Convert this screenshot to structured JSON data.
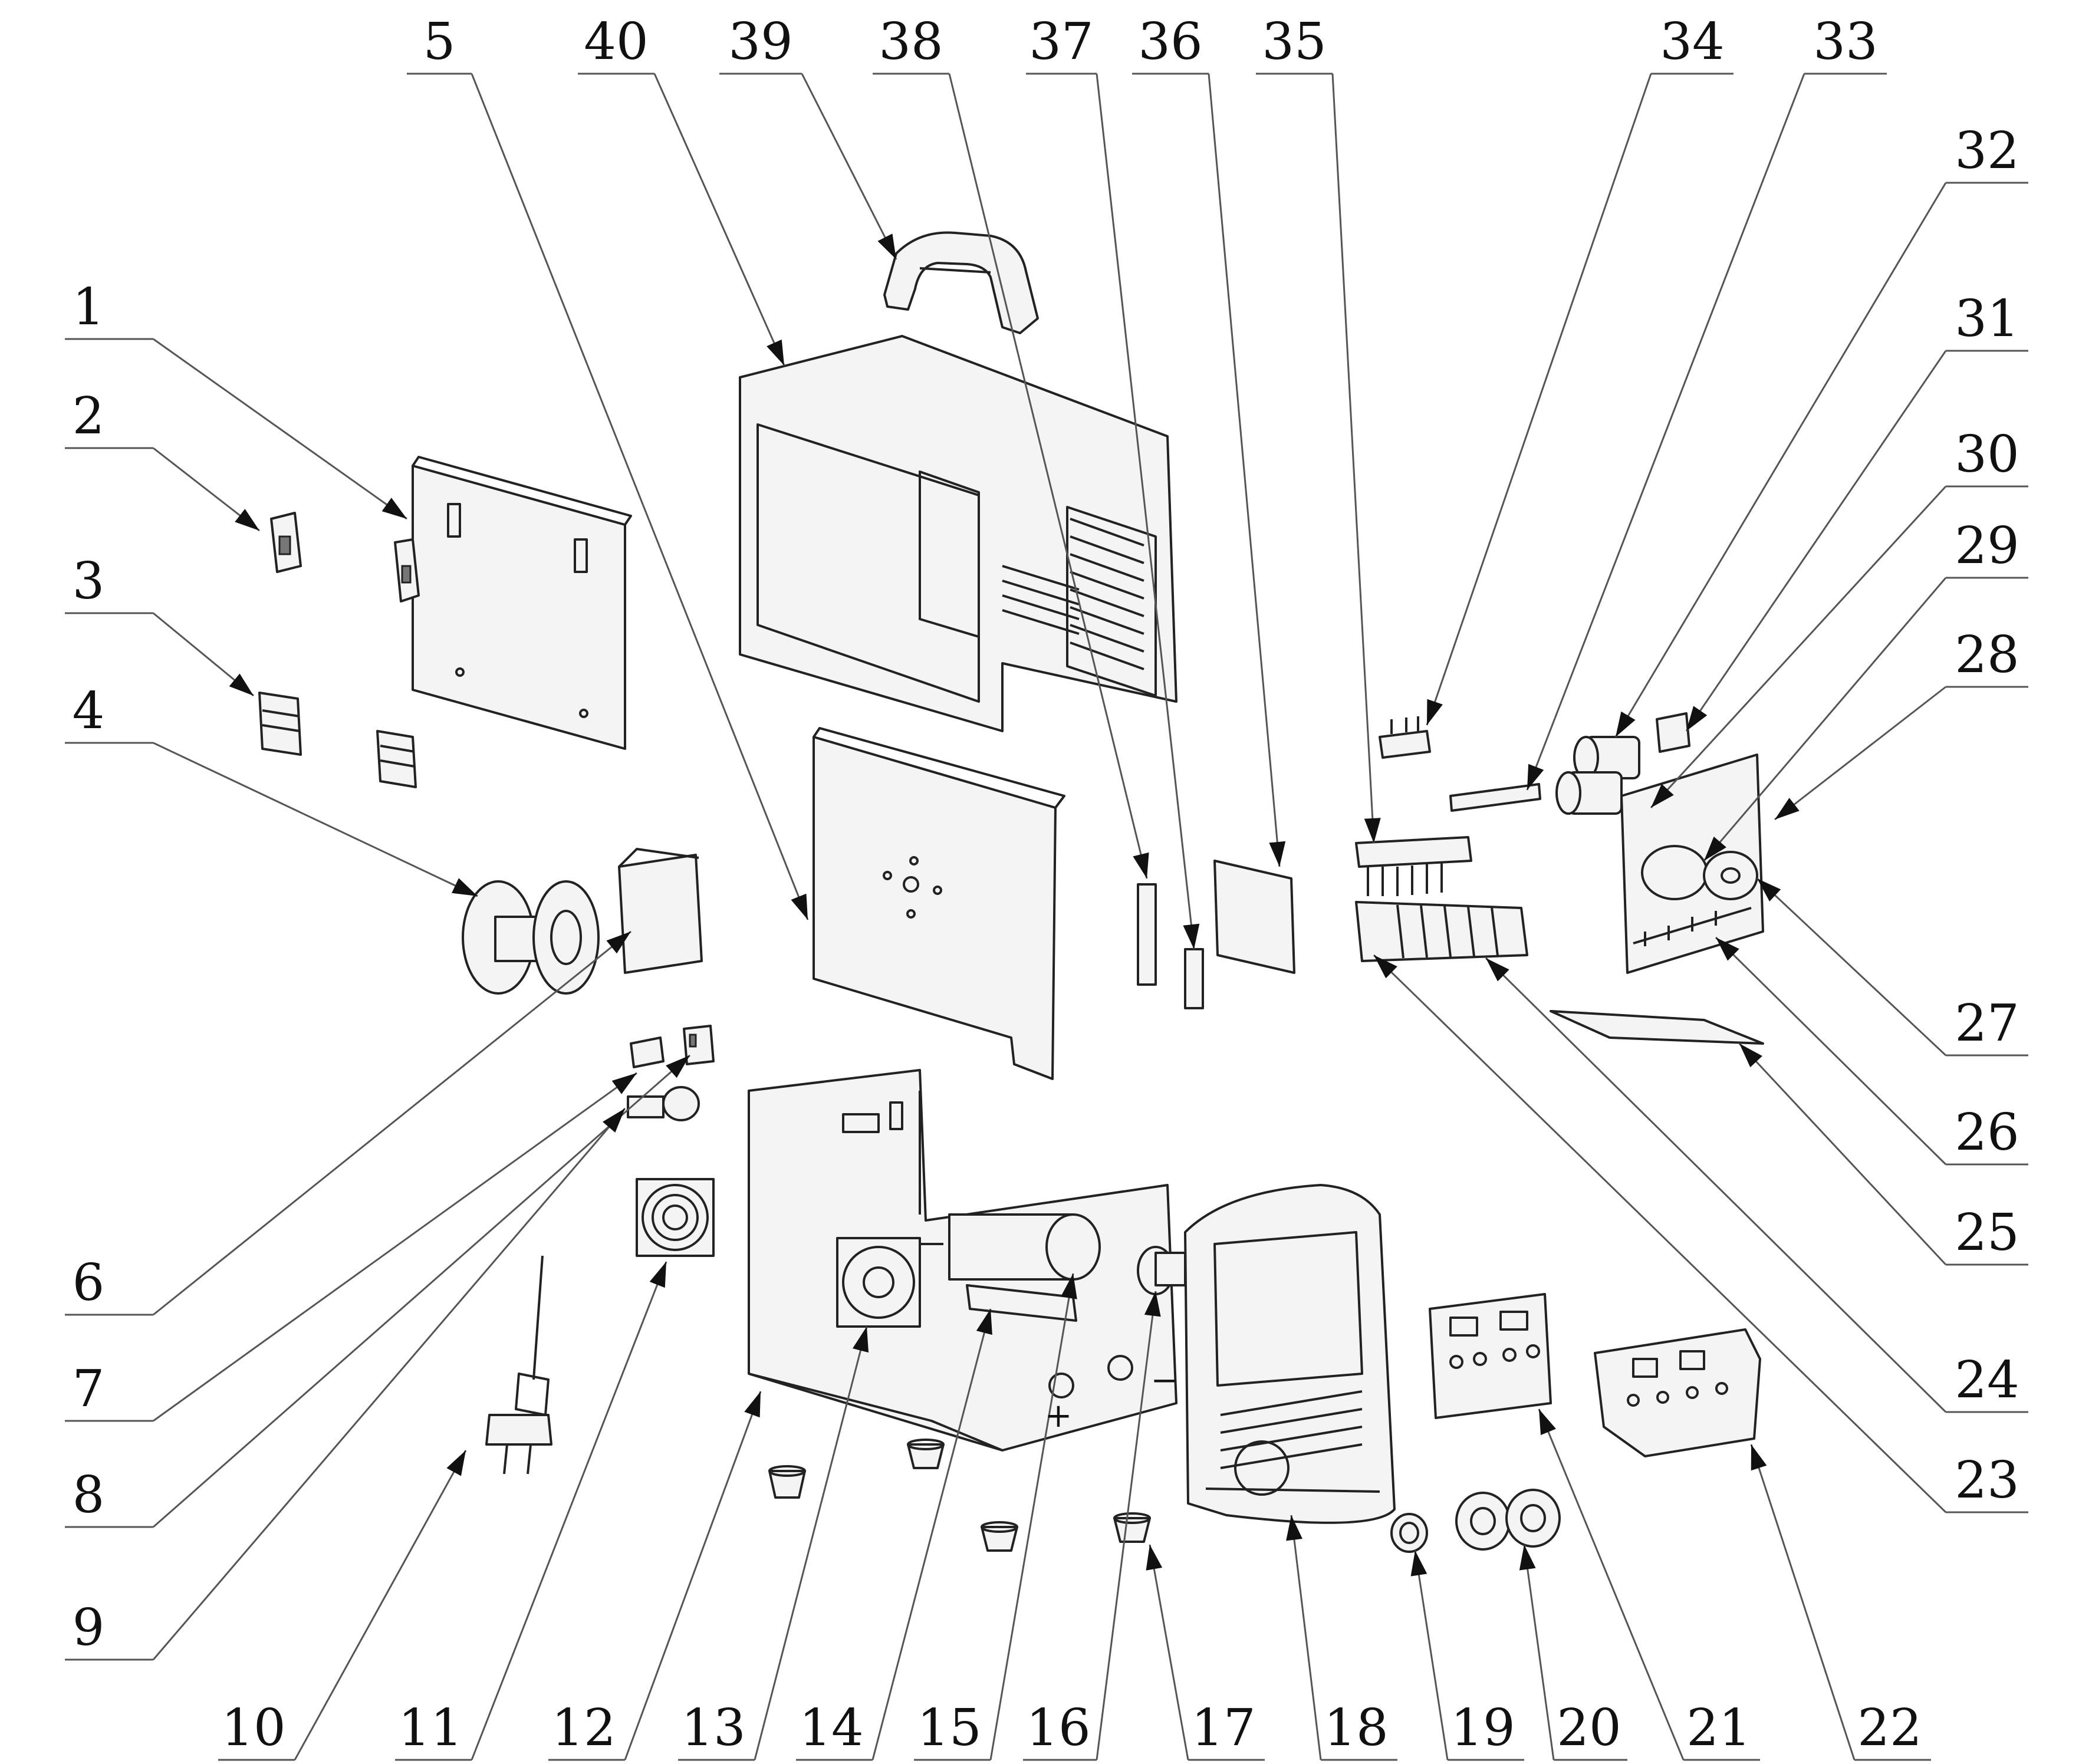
{
  "diagram": {
    "labels": [
      {
        "id": "1",
        "text": "1"
      },
      {
        "id": "2",
        "text": "2"
      },
      {
        "id": "3",
        "text": "3"
      },
      {
        "id": "4",
        "text": "4"
      },
      {
        "id": "5",
        "text": "5"
      },
      {
        "id": "6",
        "text": "6"
      },
      {
        "id": "7",
        "text": "7"
      },
      {
        "id": "8",
        "text": "8"
      },
      {
        "id": "9",
        "text": "9"
      },
      {
        "id": "10",
        "text": "10"
      },
      {
        "id": "11",
        "text": "11"
      },
      {
        "id": "12",
        "text": "12"
      },
      {
        "id": "13",
        "text": "13"
      },
      {
        "id": "14",
        "text": "14"
      },
      {
        "id": "15",
        "text": "15"
      },
      {
        "id": "16",
        "text": "16"
      },
      {
        "id": "17",
        "text": "17"
      },
      {
        "id": "18",
        "text": "18"
      },
      {
        "id": "19",
        "text": "19"
      },
      {
        "id": "20",
        "text": "20"
      },
      {
        "id": "21",
        "text": "21"
      },
      {
        "id": "22",
        "text": "22"
      },
      {
        "id": "23",
        "text": "23"
      },
      {
        "id": "24",
        "text": "24"
      },
      {
        "id": "25",
        "text": "25"
      },
      {
        "id": "26",
        "text": "26"
      },
      {
        "id": "27",
        "text": "27"
      },
      {
        "id": "28",
        "text": "28"
      },
      {
        "id": "29",
        "text": "29"
      },
      {
        "id": "30",
        "text": "30"
      },
      {
        "id": "31",
        "text": "31"
      },
      {
        "id": "32",
        "text": "32"
      },
      {
        "id": "33",
        "text": "33"
      },
      {
        "id": "34",
        "text": "34"
      },
      {
        "id": "35",
        "text": "35"
      },
      {
        "id": "36",
        "text": "36"
      },
      {
        "id": "37",
        "text": "37"
      },
      {
        "id": "38",
        "text": "38"
      },
      {
        "id": "39",
        "text": "39"
      },
      {
        "id": "40",
        "text": "40"
      }
    ],
    "front_panel_marks": {
      "plus": "+",
      "minus": "−"
    }
  }
}
